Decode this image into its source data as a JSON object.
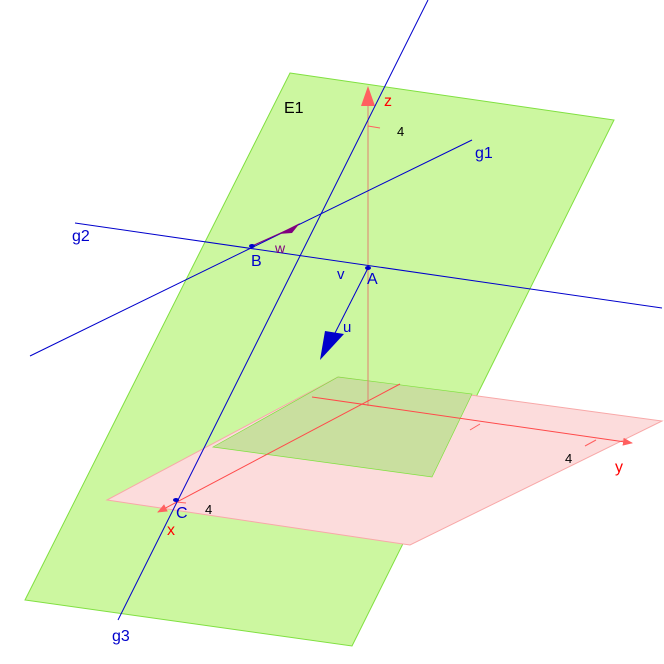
{
  "planes": {
    "e1": "E1"
  },
  "axes": {
    "x": "x",
    "y": "y",
    "z": "z",
    "tick_x": "4",
    "tick_y": "4",
    "tick_z": "4"
  },
  "lines": {
    "g1": "g1",
    "g2": "g2",
    "g3": "g3"
  },
  "points": {
    "a": "A",
    "b": "B",
    "c": "C"
  },
  "vectors": {
    "u": "u",
    "v": "v",
    "w": "w"
  },
  "colors": {
    "plane_e1": "#ccf7a0",
    "plane_xy": "#fcdcdc",
    "overlap": "#c9df9f",
    "axis": "#ff4a4a",
    "line": "#0000cc",
    "vector_w": "#800080"
  }
}
